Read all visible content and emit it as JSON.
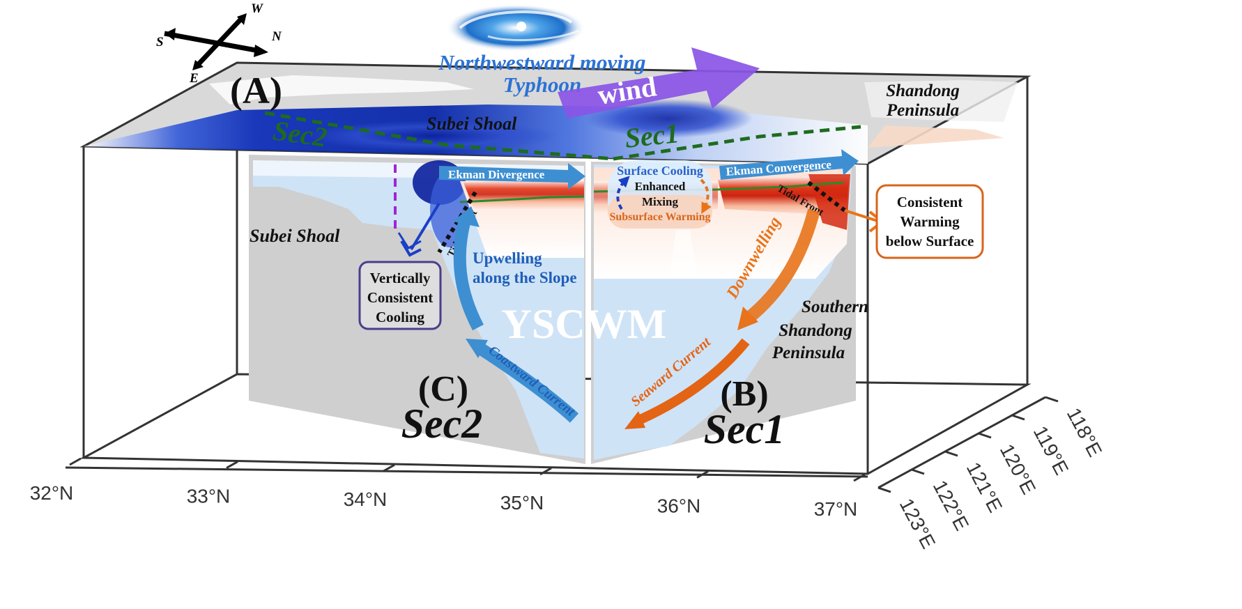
{
  "compass": {
    "north": "N",
    "south": "S",
    "east": "E",
    "west": "W"
  },
  "typhoon_label": {
    "line1": "Northwestward moving",
    "line2": "Typhoon"
  },
  "wind_label": "wind",
  "panels": {
    "a": "(A)",
    "b": "(B)",
    "c": "(C)",
    "sec1": "Sec1",
    "sec2": "Sec2"
  },
  "places": {
    "shandong_peninsula": {
      "line1": "Shandong",
      "line2": "Peninsula"
    },
    "subei_shoal": "Subei Shoal",
    "southern_shandong": {
      "line1": "Southern",
      "line2": "Shandong",
      "line3": "Peninsula"
    }
  },
  "processes": {
    "ekman_divergence": "Ekman Divergence",
    "ekman_convergence": "Ekman Convergence",
    "surface_cooling": "Surface Cooling",
    "enhanced_mixing": {
      "line1": "Enhanced",
      "line2": "Mixing"
    },
    "subsurface_warming": "Subsurface Warming",
    "tidal_front": "Tidal Front",
    "upwelling": {
      "line1": "Upwelling",
      "line2": "along the Slope"
    },
    "downwelling": "Downwelling",
    "coastward_current": "Coastward Current",
    "seaward_current": "Seaward Current",
    "water_mass": "YSCWM",
    "vertical_cooling": {
      "line1": "Vertically",
      "line2": "Consistent",
      "line3": "Cooling"
    },
    "consistent_warming": {
      "line1": "Consistent",
      "line2": "Warming",
      "line3": "below Surface"
    }
  },
  "axes": {
    "lat_ticks": [
      "32°N",
      "33°N",
      "34°N",
      "35°N",
      "36°N",
      "37°N"
    ],
    "lon_ticks": [
      "118°E",
      "119°E",
      "120°E",
      "121°E",
      "122°E",
      "123°E"
    ]
  },
  "colors": {
    "cooling_blue": "#1a3fc7",
    "warming_red": "#d42a10",
    "arrow_blue": "#3d8fd1",
    "arrow_orange": "#e8731a",
    "wind_purple": "#8a55e6",
    "label_green": "#1e6b1e",
    "box_purple": "#4a3e8c",
    "box_orange": "#d9641a"
  }
}
